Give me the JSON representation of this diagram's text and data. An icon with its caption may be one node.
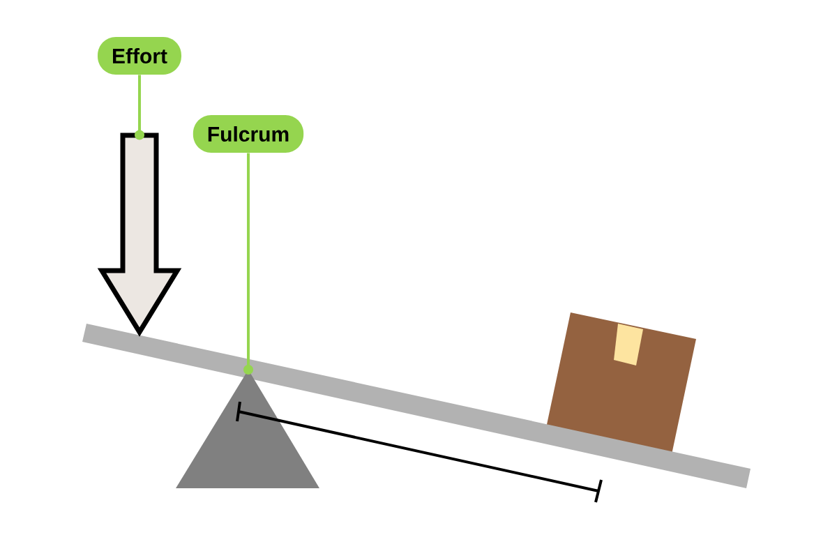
{
  "diagram": {
    "nodes": [
      {
        "text": [
          "Effort"
        ]
      },
      {
        "text": [
          "Fulcrum"
        ]
      },
      {
        "text": [],
        "shape": "arrow"
      },
      {
        "text": [],
        "shape": "triangle"
      }
    ],
    "edges": [
      {
        "from": 0,
        "to": 2,
        "arrow": "other"
      },
      {
        "from": 1,
        "to": 3,
        "arrow": "other"
      }
    ]
  }
}
